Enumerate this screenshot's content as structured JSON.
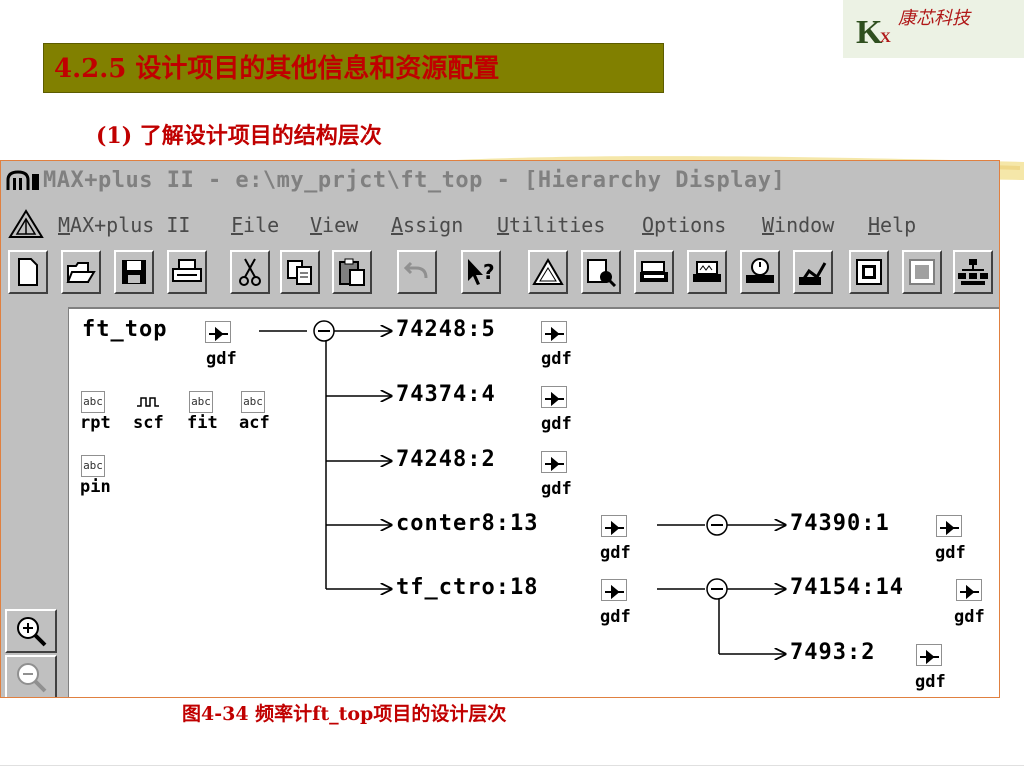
{
  "slide": {
    "logo_letter": "K",
    "logo_sub": "X",
    "logo_text": "康芯科技",
    "section_title": "4.2.5  设计项目的其他信息和资源配置",
    "subtitle": "(1) 了解设计项目的结构层次",
    "caption": "图4-34  频率计ft_top项目的设计层次"
  },
  "window": {
    "title": "MAX+plus II - e:\\my_prjct\\ft_top - [Hierarchy Display]",
    "menu": [
      "MAX+plus II",
      "File",
      "View",
      "Assign",
      "Utilities",
      "Options",
      "Window",
      "Help"
    ],
    "toolbar_icons": [
      "new-file-icon",
      "open-folder-icon",
      "save-icon",
      "print-icon",
      "cut-icon",
      "copy-icon",
      "paste-icon",
      "undo-icon",
      "context-help-icon",
      "hierarchy-icon",
      "floorplan-icon",
      "compiler-icon",
      "simulator-icon",
      "timing-analyzer-icon",
      "programmer-icon",
      "open-project-icon",
      "save-check-icon",
      "project-hierarchy-icon"
    ],
    "zoom_icons": [
      "zoom-in-icon",
      "zoom-out-icon"
    ]
  },
  "hierarchy": {
    "root": "ft_top",
    "root_gdf": "gdf",
    "files": [
      {
        "icon": "abc",
        "label": "rpt"
      },
      {
        "icon": "wave",
        "label": "scf"
      },
      {
        "icon": "abc",
        "label": "fit"
      },
      {
        "icon": "abc",
        "label": "acf"
      },
      {
        "icon": "abc",
        "label": "pin"
      }
    ],
    "children": [
      {
        "name": "74248:5",
        "file": "gdf"
      },
      {
        "name": "74374:4",
        "file": "gdf"
      },
      {
        "name": "74248:2",
        "file": "gdf"
      },
      {
        "name": "conter8:13",
        "file": "gdf"
      },
      {
        "name": "tf_ctro:18",
        "file": "gdf"
      }
    ],
    "grandchildren": [
      {
        "name": "74390:1",
        "file": "gdf"
      },
      {
        "name": "74154:14",
        "file": "gdf"
      },
      {
        "name": "7493:2",
        "file": "gdf"
      }
    ]
  }
}
